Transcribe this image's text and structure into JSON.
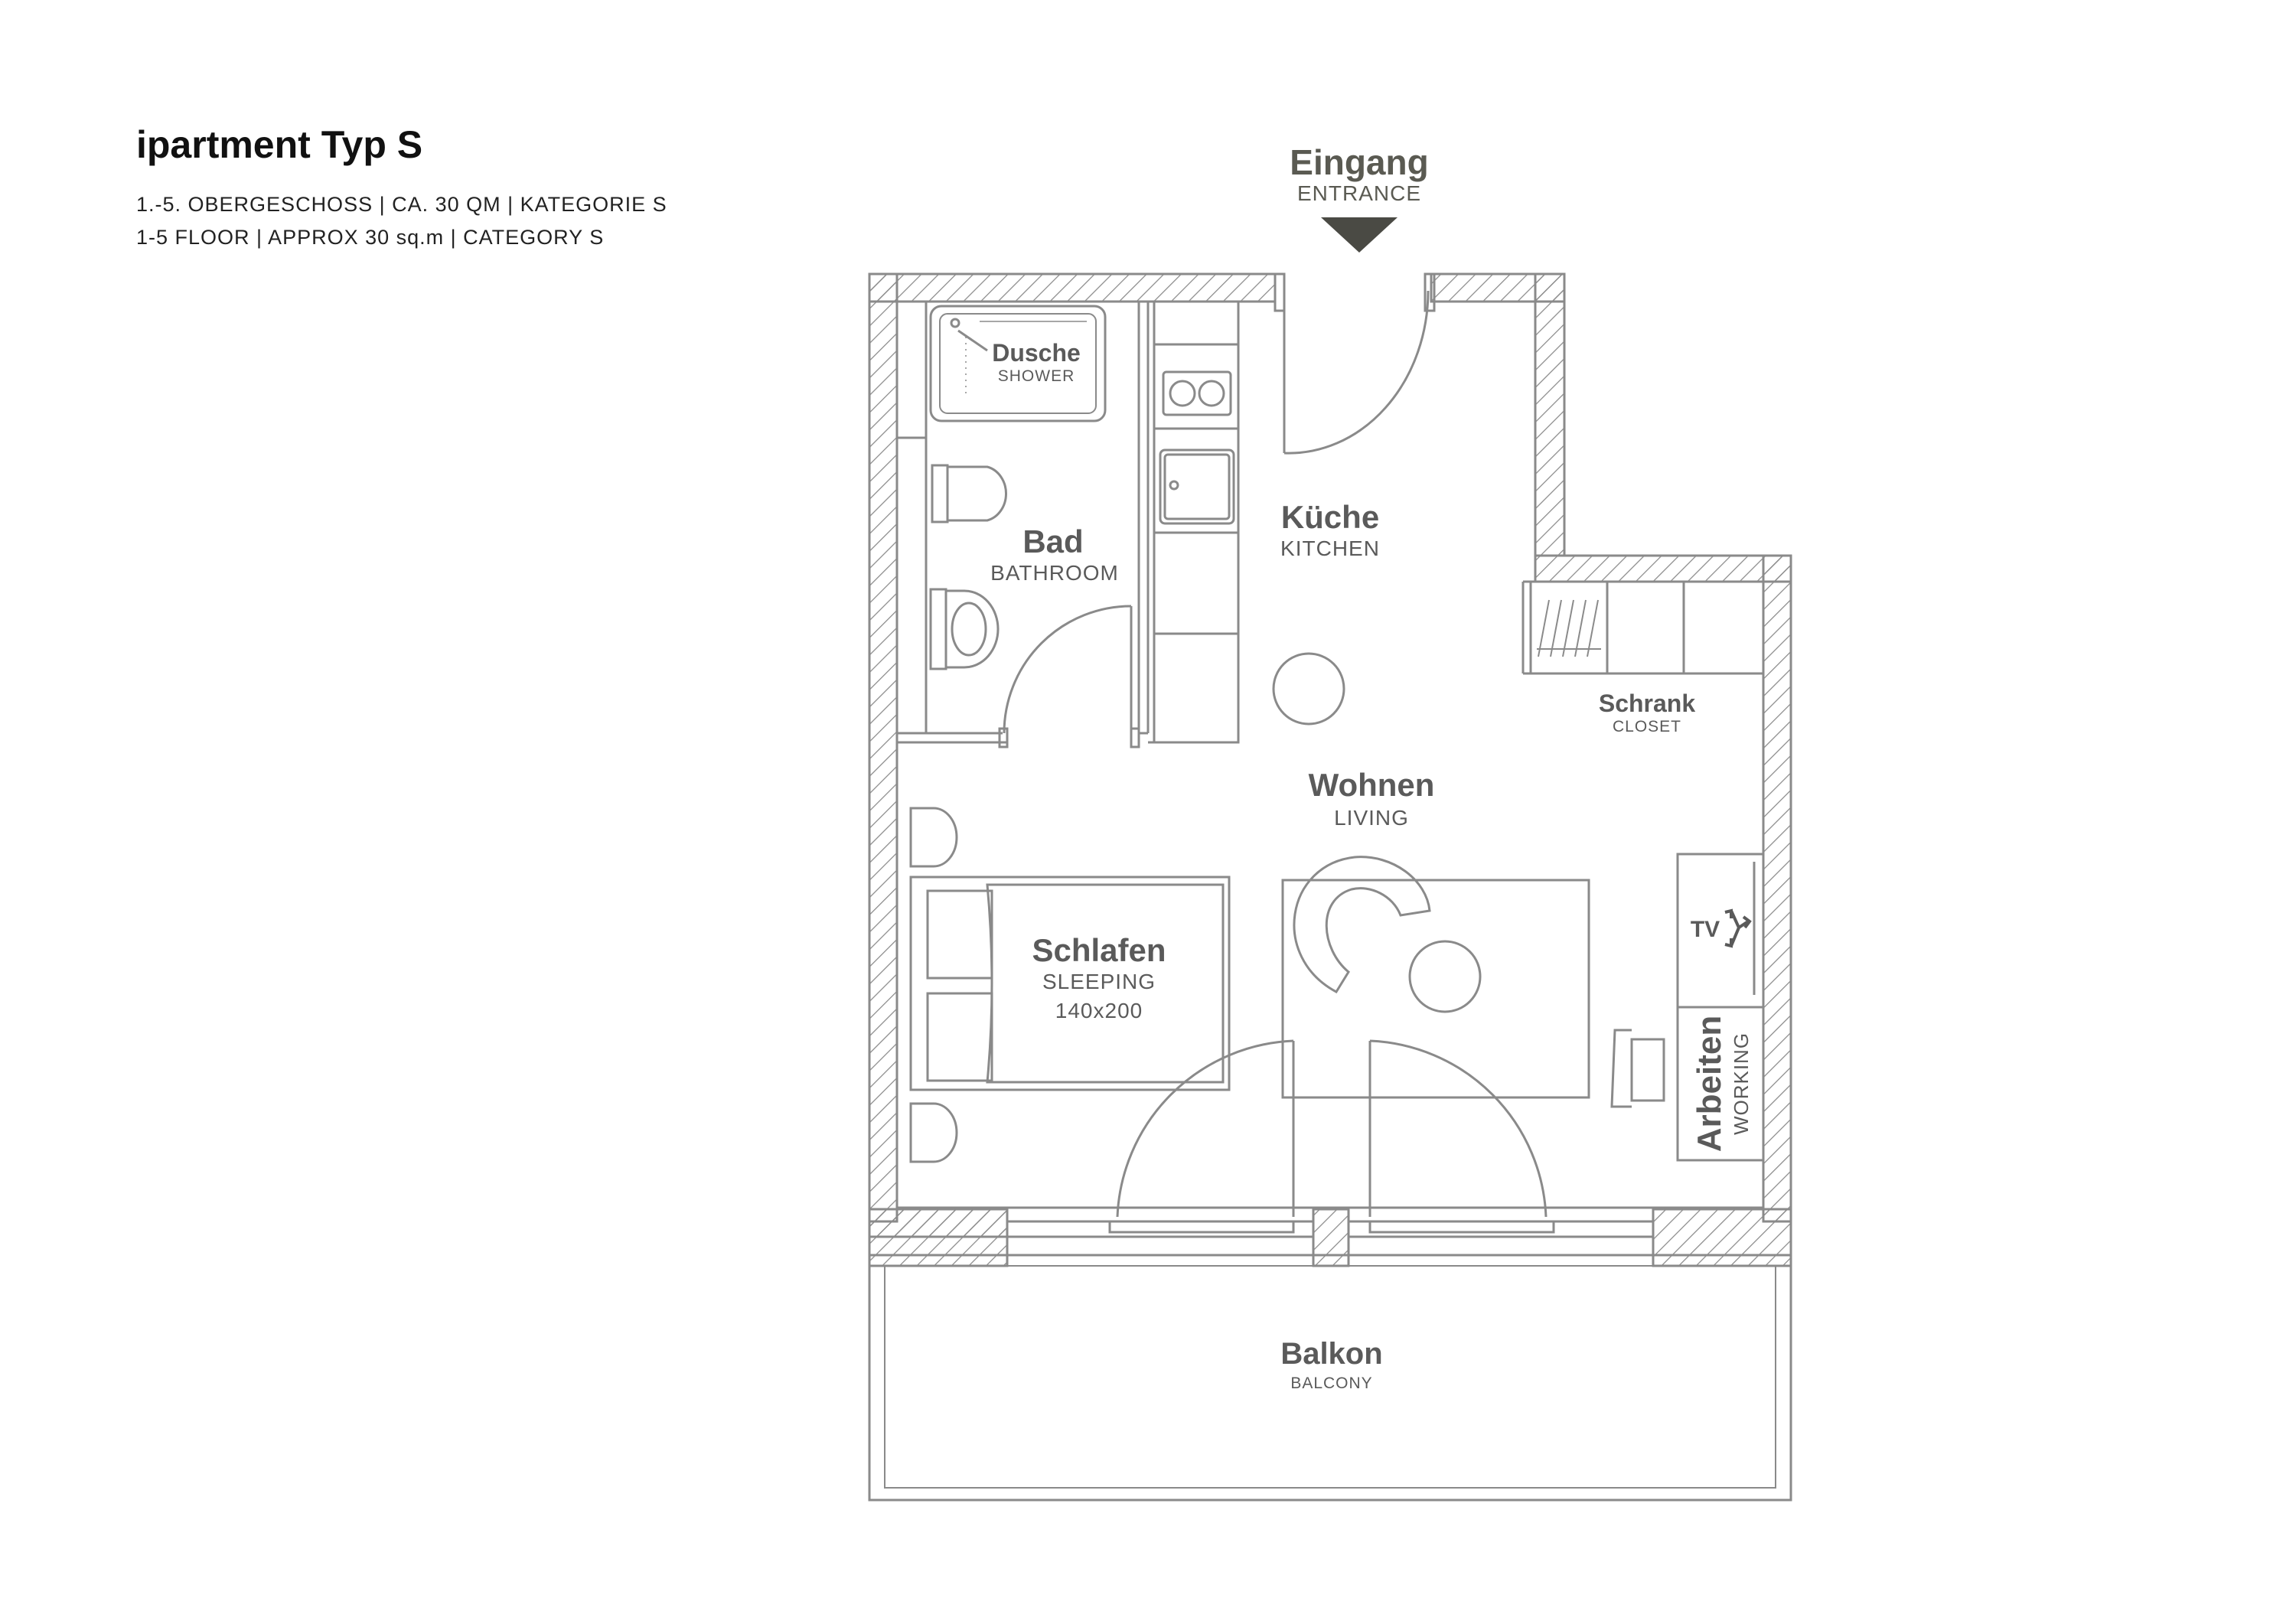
{
  "header": {
    "title": "ipartment Typ S",
    "subtitle_de": "1.-5. OBERGESCHOSS | CA. 30 QM | KATEGORIE S",
    "subtitle_en": "1-5 FLOOR | APPROX 30 sq.m | CATEGORY S"
  },
  "entrance": {
    "label_de": "Eingang",
    "label_en": "ENTRANCE"
  },
  "rooms": {
    "shower": {
      "label_de": "Dusche",
      "label_en": "SHOWER"
    },
    "bathroom": {
      "label_de": "Bad",
      "label_en": "BATHROOM"
    },
    "kitchen": {
      "label_de": "Küche",
      "label_en": "KITCHEN"
    },
    "closet": {
      "label_de": "Schrank",
      "label_en": "CLOSET"
    },
    "living": {
      "label_de": "Wohnen",
      "label_en": "LIVING"
    },
    "sleeping": {
      "label_de": "Schlafen",
      "label_en": "SLEEPING",
      "bed_size": "140x200"
    },
    "tv": {
      "label": "TV"
    },
    "working": {
      "label_de": "Arbeiten",
      "label_en": "WORKING"
    },
    "balcony": {
      "label_de": "Balkon",
      "label_en": "BALCONY"
    }
  },
  "colors": {
    "wall": "#8a8a8a",
    "label": "#5a5a5a",
    "entrance_arrow": "#4a4a44",
    "title": "#111111"
  }
}
